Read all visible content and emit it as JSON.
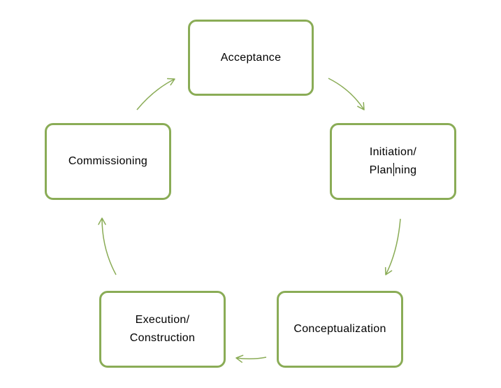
{
  "diagram": {
    "accent_color": "#8aac56",
    "nodes": {
      "acceptance": {
        "line1": "Acceptance"
      },
      "initiation": {
        "line1": "Initiation/",
        "line2_part1": "Plan",
        "line2_part2": "ning"
      },
      "conceptualization": {
        "line1": "Conceptualization"
      },
      "execution": {
        "line1": "Execution/",
        "line2": "Construction"
      },
      "commissioning": {
        "line1": "Commissioning"
      }
    },
    "flow": [
      "Acceptance",
      "Initiation/Planning",
      "Conceptualization",
      "Execution/Construction",
      "Commissioning"
    ]
  }
}
